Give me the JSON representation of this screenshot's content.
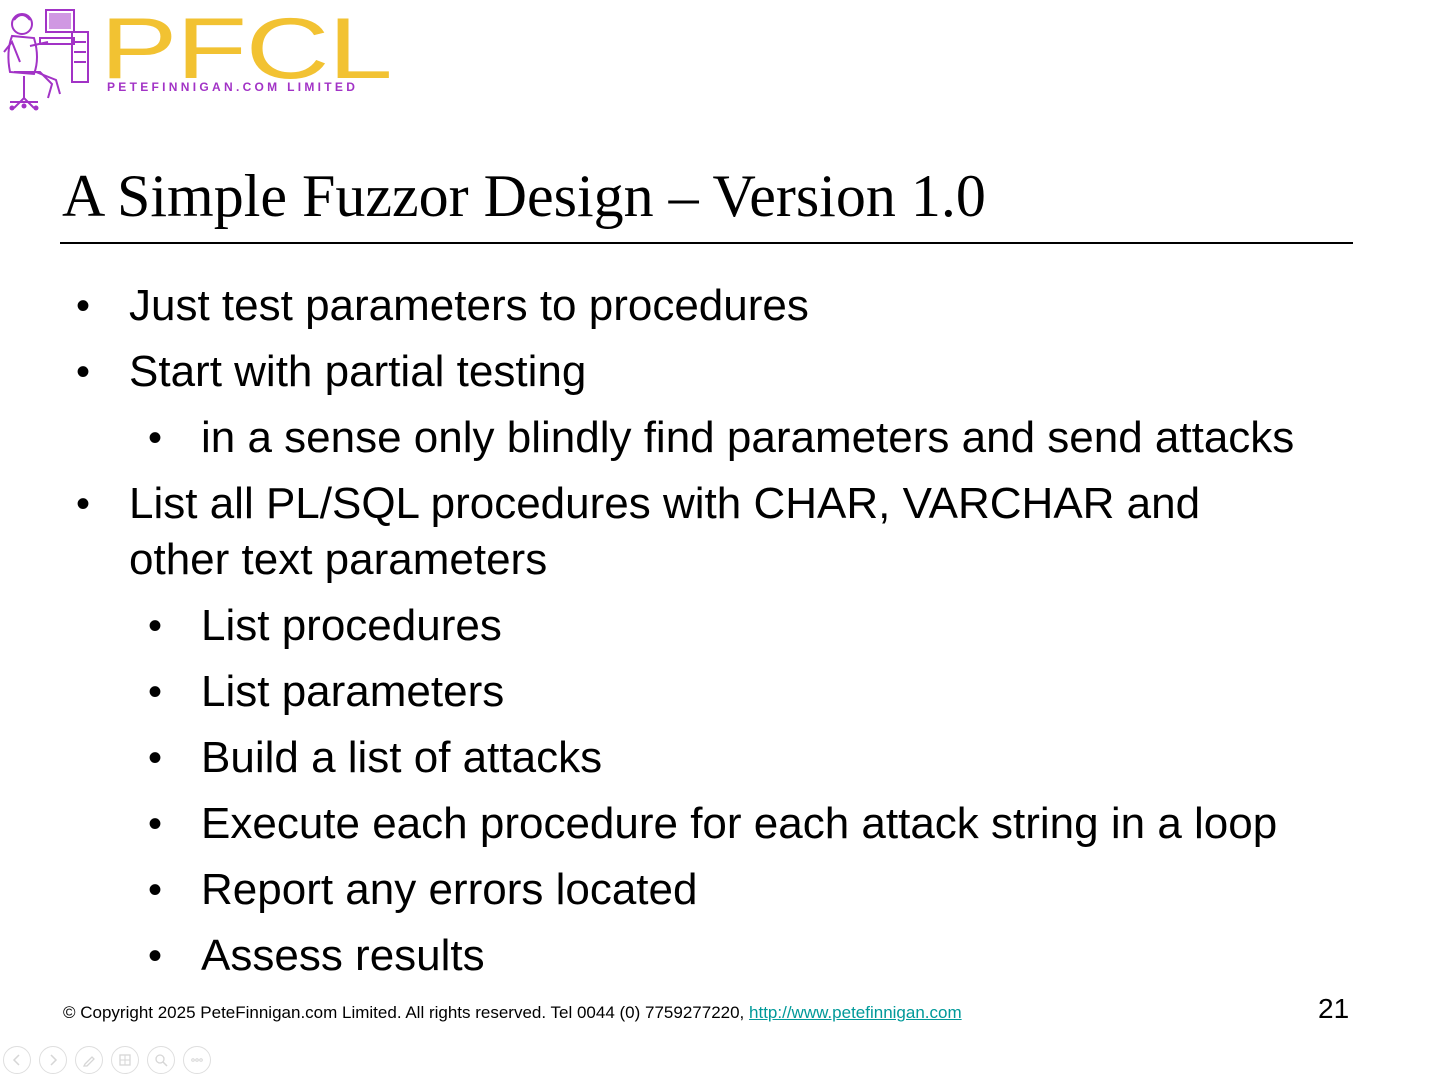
{
  "logo": {
    "letters": "PFCL",
    "subtitle": "PETEFINNIGAN.COM LIMITED",
    "letter_color": "#f2c232",
    "accent_color": "#a233c6"
  },
  "slide": {
    "title": "A Simple Fuzzor Design – Version 1.0",
    "bullets": [
      {
        "level": 1,
        "text": "Just test parameters to procedures"
      },
      {
        "level": 1,
        "text": "Start with partial testing"
      },
      {
        "level": 2,
        "text": "in a sense only blindly find parameters and send attacks"
      },
      {
        "level": 1,
        "text": "List all PL/SQL procedures with CHAR, VARCHAR and other text parameters"
      },
      {
        "level": 2,
        "text": "List procedures"
      },
      {
        "level": 2,
        "text": "List parameters"
      },
      {
        "level": 2,
        "text": "Build a list of attacks"
      },
      {
        "level": 2,
        "text": "Execute each procedure for each attack string in a loop"
      },
      {
        "level": 2,
        "text": "Report any errors located"
      },
      {
        "level": 2,
        "text": "Assess results"
      }
    ],
    "bullet_glyph": "•",
    "page_number": "21"
  },
  "footer": {
    "copyright": "© Copyright 2025 PeteFinnigan.com Limited. All rights reserved. Tel 0044 (0) 7759277220, ",
    "link_text": "http://www.petefinnigan.com",
    "link_color": "#009999"
  },
  "toolbar": {
    "buttons": [
      "previous-icon",
      "next-icon",
      "pen-icon",
      "slides-icon",
      "zoom-icon",
      "more-icon"
    ]
  }
}
